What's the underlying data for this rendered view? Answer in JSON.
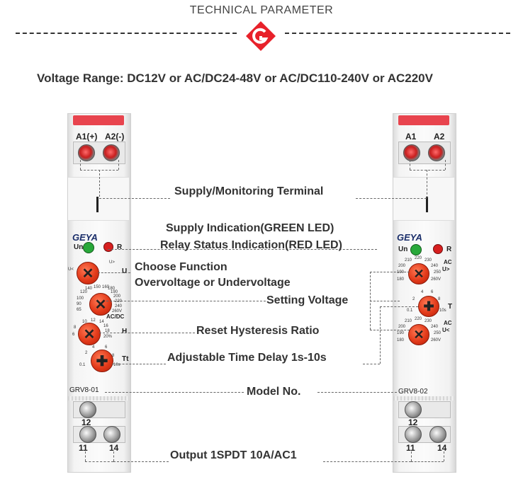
{
  "header": {
    "title": "TECHNICAL PARAMETER",
    "logo_icon": "geya-logo-icon",
    "brand_color": "#e8212a"
  },
  "voltage_range": "Voltage Range: DC12V or AC/DC24-48V or AC/DC110-240V or AC220V",
  "callouts": {
    "supply_terminal": "Supply/Monitoring Terminal",
    "supply_indication": "Supply Indication(GREEN LED)",
    "relay_status": "Relay Status Indication(RED LED)",
    "choose_function": "Choose Function",
    "over_under": "Overvoltage or Undervoltage",
    "setting_voltage": "Setting Voltage",
    "reset_hysteresis": "Reset Hysteresis Ratio",
    "time_delay": "Adjustable Time Delay 1s-10s",
    "model_no": "Model No.",
    "output": "Output 1SPDT 10A/AC1"
  },
  "left_device": {
    "terminal_a1": "A1(+)",
    "terminal_a2": "A2(-)",
    "brand": "GEYA",
    "led_un": "Un",
    "led_r": "R",
    "func_label": "U",
    "func_left": "U<",
    "func_right": "U>",
    "voltage_label": "AC/DC",
    "voltage_scale": [
      "140",
      "150",
      "160",
      "180",
      "190",
      "200",
      "220",
      "240",
      "260V",
      "120",
      "100",
      "90",
      "65"
    ],
    "hyst_label": "H",
    "hyst_scale": [
      "8",
      "10",
      "12",
      "14",
      "16",
      "18",
      "20%",
      "6"
    ],
    "time_label": "Tt",
    "time_scale": [
      "2",
      "4",
      "6",
      "8",
      "10s",
      "0.1"
    ],
    "model": "GRV8-01",
    "terminal_12": "12",
    "terminal_11": "11",
    "terminal_14": "14",
    "led_green": "#29a83a",
    "led_red": "#d71f1f"
  },
  "right_device": {
    "terminal_a1": "A1",
    "terminal_a2": "A2",
    "brand": "GEYA",
    "led_un": "Un",
    "led_r": "R",
    "upper_label": "AC",
    "upper_sub": "U>",
    "upper_scale": [
      "210",
      "220",
      "230",
      "200",
      "240",
      "190",
      "250",
      "180",
      "260V"
    ],
    "time_label": "T",
    "time_scale": [
      "4",
      "6",
      "8",
      "2",
      "10s",
      "0.1"
    ],
    "lower_label": "AC",
    "lower_sub": "U<",
    "lower_scale": [
      "210",
      "220",
      "230",
      "200",
      "240",
      "190",
      "250",
      "180",
      "260V"
    ],
    "model": "GRV8-02",
    "terminal_12": "12",
    "terminal_11": "11",
    "terminal_14": "14",
    "led_green": "#29a83a",
    "led_red": "#d71f1f"
  }
}
